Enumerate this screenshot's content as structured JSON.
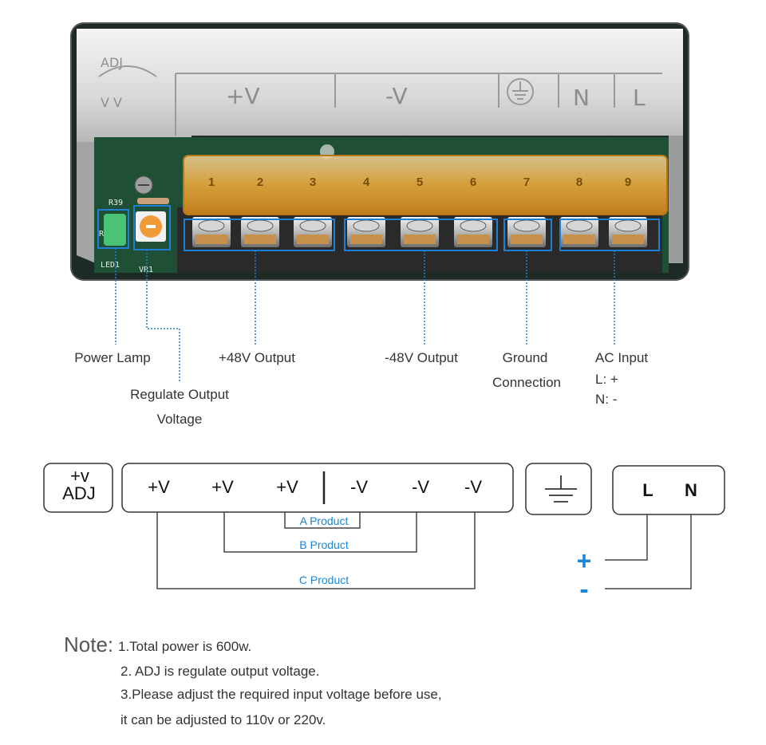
{
  "photo": {
    "silkscreen": {
      "adj": "ADJ",
      "adj_arrows": "V  V",
      "plus_v": "+V",
      "minus_v": "-V",
      "n": "N",
      "l": "L"
    },
    "terminal_numbers": [
      "1",
      "2",
      "3",
      "4",
      "5",
      "6",
      "7",
      "8",
      "9"
    ],
    "pcb_labels": {
      "r39": "R39",
      "r": "R",
      "led1": "LED1",
      "vr1": "VR1"
    }
  },
  "callouts": {
    "power_lamp": "Power Lamp",
    "regulate_line1": "Regulate Output",
    "regulate_line2": "Voltage",
    "plus48": "+48V Output",
    "minus48": "-48V Output",
    "ground_line1": "Ground",
    "ground_line2": "Connection",
    "ac_input": "AC Input",
    "ac_l": "L:  +",
    "ac_n": "N:  -"
  },
  "wiring": {
    "adj_top": "+v",
    "adj_bottom": "ADJ",
    "terminals": [
      "+V",
      "+V",
      "+V",
      "-V",
      "-V",
      "-V"
    ],
    "ac_l": "L",
    "ac_n": "N",
    "products": [
      "A Product",
      "B Product",
      "C Product"
    ],
    "plus": "+",
    "minus": "-"
  },
  "note": {
    "heading": "Note:",
    "lines": [
      "1.Total power is 600w.",
      "2. ADJ is regulate output voltage.",
      "3.Please adjust the required input voltage before use,",
      "it can be adjusted to 110v or 220v."
    ]
  },
  "colors": {
    "highlight_blue": "#1e7fd4",
    "terminal_orange": "#e3a02b",
    "pcb_green": "#1f4f35"
  }
}
